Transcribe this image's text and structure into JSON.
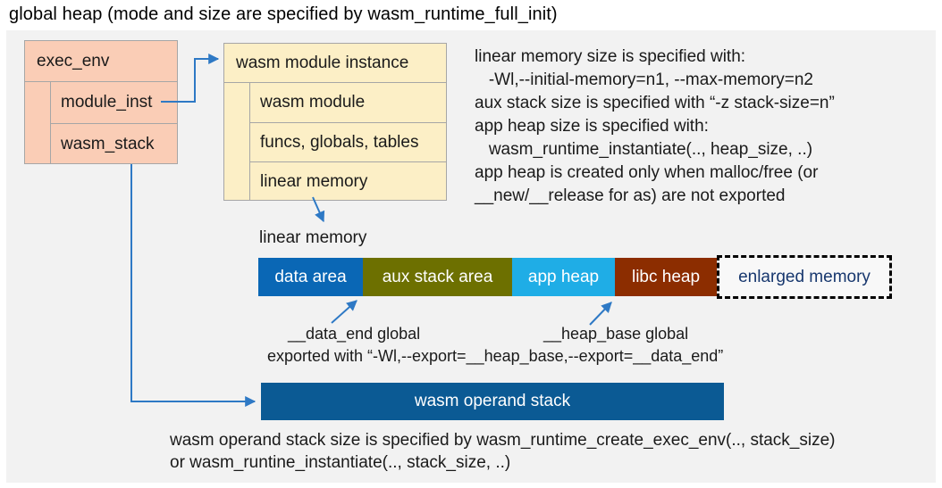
{
  "title": "global heap (mode and size are specified by wasm_runtime_full_init)",
  "colors": {
    "panel_bg": "#F2F2F2",
    "exec_env_fill": "#FACDB6",
    "instance_fill": "#FCEFC6",
    "arrow_blue": "#2E79C5",
    "data_area": "#0A67B5",
    "aux_stack": "#6D7000",
    "app_heap": "#1FADE6",
    "libc_heap": "#8C2D00",
    "enlarged_bg": "#F8F8F8",
    "enlarged_text": "#17376E",
    "operand_stack": "#0B5A94"
  },
  "exec_env": {
    "title": "exec_env",
    "fields": [
      {
        "label": "module_inst"
      },
      {
        "label": "wasm_stack"
      }
    ]
  },
  "module_instance": {
    "title": "wasm module instance",
    "fields": [
      {
        "label": "wasm module"
      },
      {
        "label": "funcs, globals, tables"
      },
      {
        "label": "linear memory"
      }
    ]
  },
  "notes": {
    "lines": [
      "linear memory size is specified with:",
      "   -Wl,--initial-memory=n1, --max-memory=n2",
      "aux stack size is specified with “-z stack-size=n”",
      "app heap size is specified with:",
      "   wasm_runtime_instantiate(.., heap_size, ..)",
      "app heap is created only when malloc/free (or",
      "__new/__release for as) are not exported"
    ]
  },
  "linear_memory": {
    "label": "linear memory",
    "segments": [
      {
        "label": "data area"
      },
      {
        "label": "aux stack area"
      },
      {
        "label": "app heap"
      },
      {
        "label": "libc heap"
      },
      {
        "label": "enlarged memory"
      }
    ]
  },
  "annotations": {
    "data_end": "__data_end global",
    "heap_base": "__heap_base global",
    "exported": "exported with “-Wl,--export=__heap_base,--export=__data_end”"
  },
  "operand_stack": {
    "label": "wasm operand stack"
  },
  "footer": {
    "lines": [
      "wasm operand stack size is specified by wasm_runtime_create_exec_env(.., stack_size)",
      "or wasm_runtine_instantiate(.., stack_size, ..)"
    ]
  }
}
